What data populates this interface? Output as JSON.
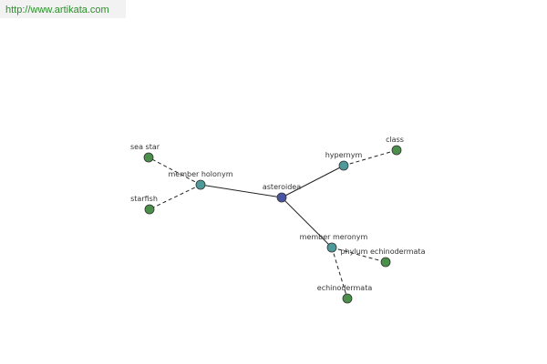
{
  "source_link": "http://www.artikata.com",
  "colors": {
    "center_node": "#4a55a2",
    "relation_node": "#4e9a9a",
    "leaf_node": "#4a8f4a",
    "node_stroke": "#333333",
    "edge": "#222222"
  },
  "graph": {
    "nodes": [
      {
        "id": "asteroidea",
        "label": "asteroidea",
        "kind": "center"
      },
      {
        "id": "member-holonym",
        "label": "member holonym",
        "kind": "relation"
      },
      {
        "id": "hypernym",
        "label": "hypernym",
        "kind": "relation"
      },
      {
        "id": "member-meronym",
        "label": "member meronym",
        "kind": "relation"
      },
      {
        "id": "sea-star",
        "label": "sea star",
        "kind": "leaf"
      },
      {
        "id": "starfish",
        "label": "starfish",
        "kind": "leaf"
      },
      {
        "id": "class",
        "label": "class",
        "kind": "leaf"
      },
      {
        "id": "phylum-echinodermata",
        "label": "phylum echinodermata",
        "kind": "leaf"
      },
      {
        "id": "echinodermata",
        "label": "echinodermata",
        "kind": "leaf"
      }
    ],
    "edges": [
      {
        "from": "asteroidea",
        "to": "member-holonym",
        "style": "solid"
      },
      {
        "from": "asteroidea",
        "to": "hypernym",
        "style": "solid"
      },
      {
        "from": "asteroidea",
        "to": "member-meronym",
        "style": "solid"
      },
      {
        "from": "member-holonym",
        "to": "sea-star",
        "style": "dashed"
      },
      {
        "from": "member-holonym",
        "to": "starfish",
        "style": "dashed"
      },
      {
        "from": "hypernym",
        "to": "class",
        "style": "dashed"
      },
      {
        "from": "member-meronym",
        "to": "phylum-echinodermata",
        "style": "dashed"
      },
      {
        "from": "member-meronym",
        "to": "echinodermata",
        "style": "dashed"
      }
    ]
  }
}
